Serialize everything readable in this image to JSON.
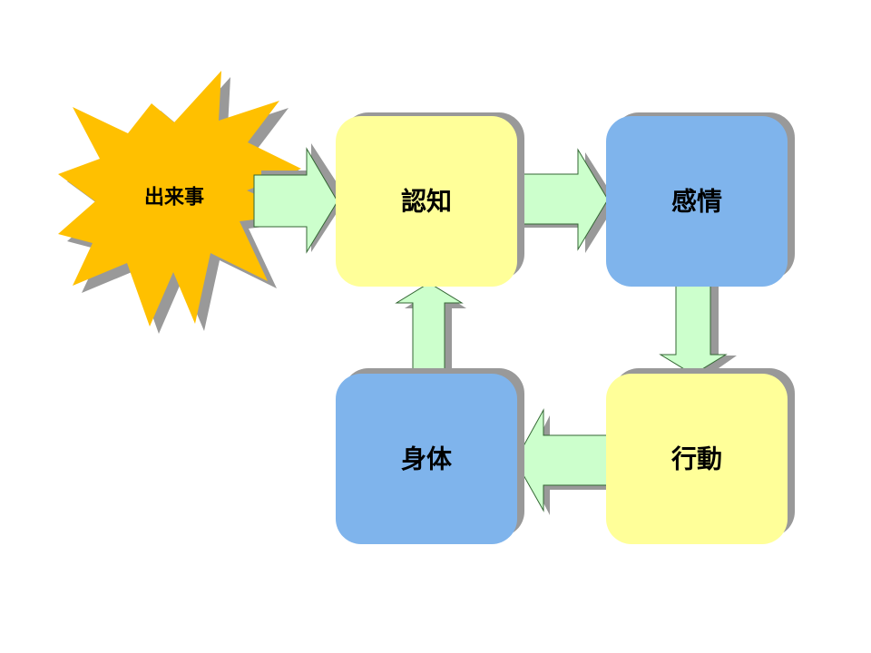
{
  "event": {
    "label": "出来事",
    "color": "#ffc000"
  },
  "nodes": {
    "cognition": {
      "label": "認知",
      "color": "#ffff99"
    },
    "emotion": {
      "label": "感情",
      "color": "#7fb4ec"
    },
    "behavior": {
      "label": "行動",
      "color": "#ffff99"
    },
    "body": {
      "label": "身体",
      "color": "#7fb4ec"
    }
  },
  "arrow_color": "#ccffcc"
}
